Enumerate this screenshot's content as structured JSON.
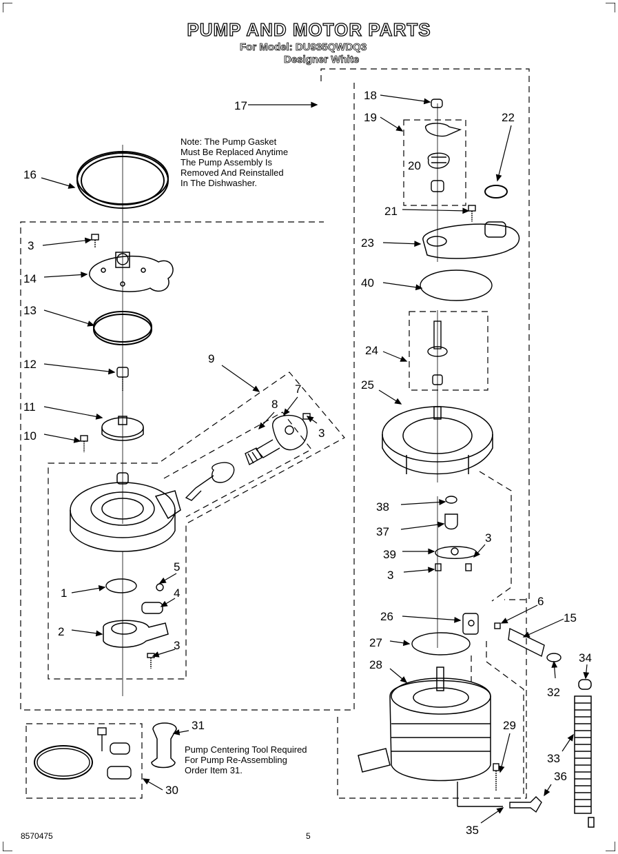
{
  "page": {
    "title": "PUMP AND MOTOR PARTS",
    "model_line": "For Model: DU935QWDQ3",
    "color_line": "Designer White",
    "doc_number": "8570475",
    "page_number": "5"
  },
  "notes": {
    "gasket_note": "Note: The Pump Gasket\nMust Be Replaced Anytime\nThe Pump Assembly Is\nRemoved And Reinstalled\nIn The Dishwasher.",
    "tool_note": "Pump Centering Tool Required\nFor Pump Re-Assembling\nOrder Item 31."
  },
  "callouts": [
    "16",
    "3",
    "14",
    "13",
    "12",
    "11",
    "10",
    "9",
    "8",
    "7",
    "3",
    "1",
    "2",
    "5",
    "4",
    "3",
    "17",
    "18",
    "19",
    "20",
    "22",
    "21",
    "23",
    "40",
    "24",
    "25",
    "38",
    "37",
    "39",
    "3",
    "3",
    "26",
    "6",
    "15",
    "27",
    "28",
    "32",
    "34",
    "29",
    "33",
    "36",
    "35",
    "31",
    "30"
  ]
}
